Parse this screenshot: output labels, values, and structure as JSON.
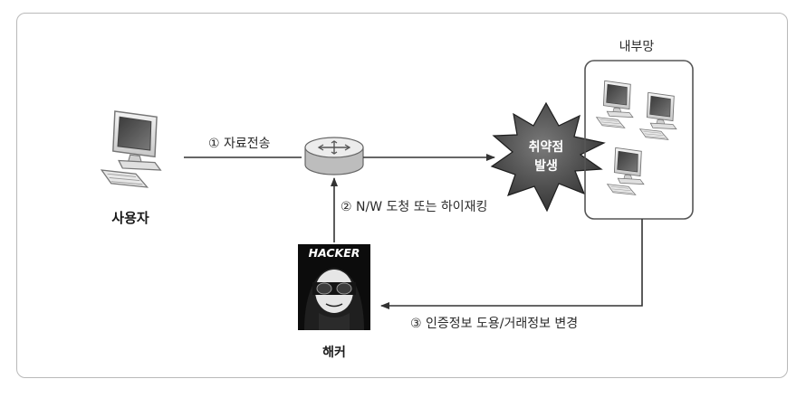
{
  "diagram": {
    "nodes": {
      "user": {
        "label": "사용자"
      },
      "internal_network": {
        "label": "내부망"
      },
      "vulnerability": {
        "line1": "취약점",
        "line2": "발생"
      },
      "hacker": {
        "badge": "HACKER",
        "label": "해커"
      }
    },
    "edges": {
      "step1": "① 자료전송",
      "step2": "② N/W 도청 또는 하이재킹",
      "step3": "③ 인증정보 도용/거래정보 변경"
    }
  }
}
